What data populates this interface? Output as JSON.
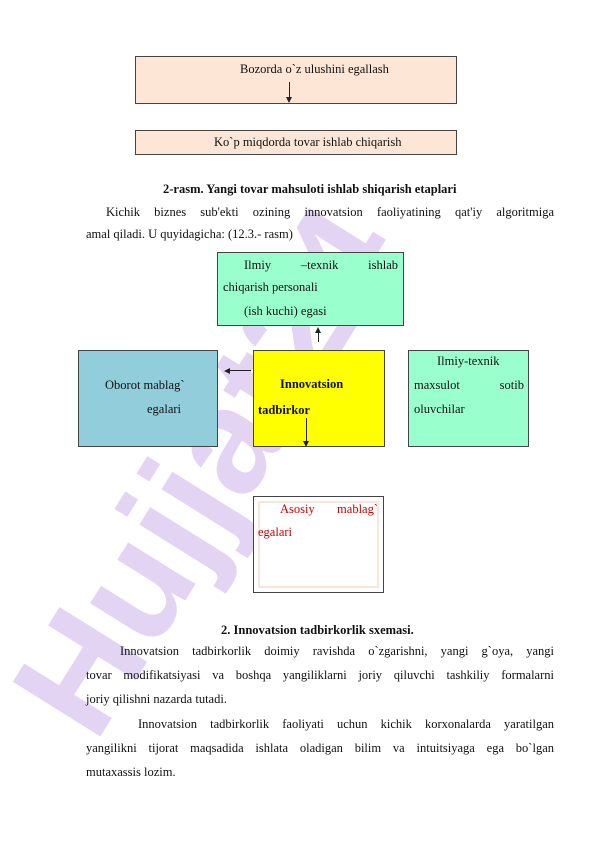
{
  "boxes": {
    "top1": "Bozorda o`z ulushini egallash",
    "top2": "Ko`p miqdorda tovar ishlab chiqarish",
    "personnel": [
      "Ilmiy –texnik ishlab",
      "chiqarish personali",
      "(ish kuchi) egasi"
    ],
    "working_capital": [
      "Oborot mablag`",
      "egalari"
    ],
    "innovation": [
      "Innovatsion",
      "tadbirkor"
    ],
    "buyers": [
      "Ilmiy-texnik",
      "maxsulot sotib",
      "oluvchilar"
    ],
    "fixed_capital": [
      "Asosiy mablag`",
      "egalari"
    ]
  },
  "captions": {
    "fig2": "2-rasm. Yangi tovar mahsuloti ishlab shiqarish etaplari",
    "scheme2": "2. Innovatsion tadbirkorlik sxemasi."
  },
  "text": {
    "intro_line1": "Kichik biznes sub'ekti  ozining innovatsion faoliyatining qat'iy algoritmiga",
    "intro_line2": "amal qiladi. U quyidagicha: (12.3.-   rasm)",
    "p1_l1": "Innovatsion tadbirkorlik doimiy ravishda o`zgarishni, yangi g`oya, yangi",
    "p1_l2": "tovar modifikatsiyasi va boshqa yangiliklarni joriy qiluvchi tashkiliy formalarni",
    "p1_l3": "joriy qilishni nazarda tutadi.",
    "p2_l1": "Innovatsion tadbirkorlik faoliyati uchun kichik korxonalarda  yaratilgan",
    "p2_l2": "yangilikni  tijorat maqsadida ishlata oladigan bilim va intuitsiyaga ega bo`lgan",
    "p2_l3": "mutaxassis lozim."
  },
  "watermark": {
    "text": "Hujjat24",
    "color": "#e3d4f3"
  },
  "colors": {
    "peach": "#fde6d6",
    "mint": "#99ffcc",
    "sky": "#92cddc",
    "yellow": "#ffff00",
    "red_text": "#cc0000"
  }
}
